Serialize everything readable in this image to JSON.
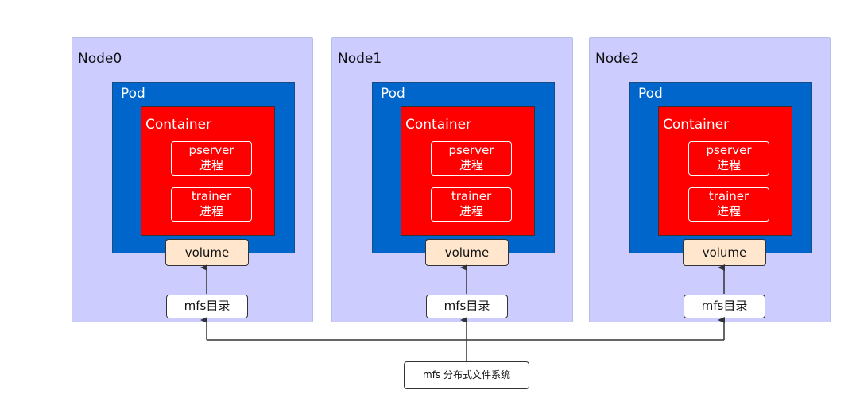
{
  "nodes": [
    {
      "name": "Node0",
      "pod": "Pod",
      "container": "Container",
      "pserver": [
        "pserver",
        "进程"
      ],
      "trainer": [
        "trainer",
        "进程"
      ],
      "volume": "volume",
      "mfs_dir": "mfs目录"
    },
    {
      "name": "Node1",
      "pod": "Pod",
      "container": "Container",
      "pserver": [
        "pserver",
        "进程"
      ],
      "trainer": [
        "trainer",
        "进程"
      ],
      "volume": "volume",
      "mfs_dir": "mfs目录"
    },
    {
      "name": "Node2",
      "pod": "Pod",
      "container": "Container",
      "pserver": [
        "pserver",
        "进程"
      ],
      "trainer": [
        "trainer",
        "进程"
      ],
      "volume": "volume",
      "mfs_dir": "mfs目录"
    }
  ],
  "mfs_root": "mfs 分布式文件系统",
  "colors": {
    "node_bg": "#ccccff",
    "pod_bg": "#0066cc",
    "container_bg": "#ff0000",
    "volume_bg": "#ffe6cc",
    "edge": "#333333"
  }
}
